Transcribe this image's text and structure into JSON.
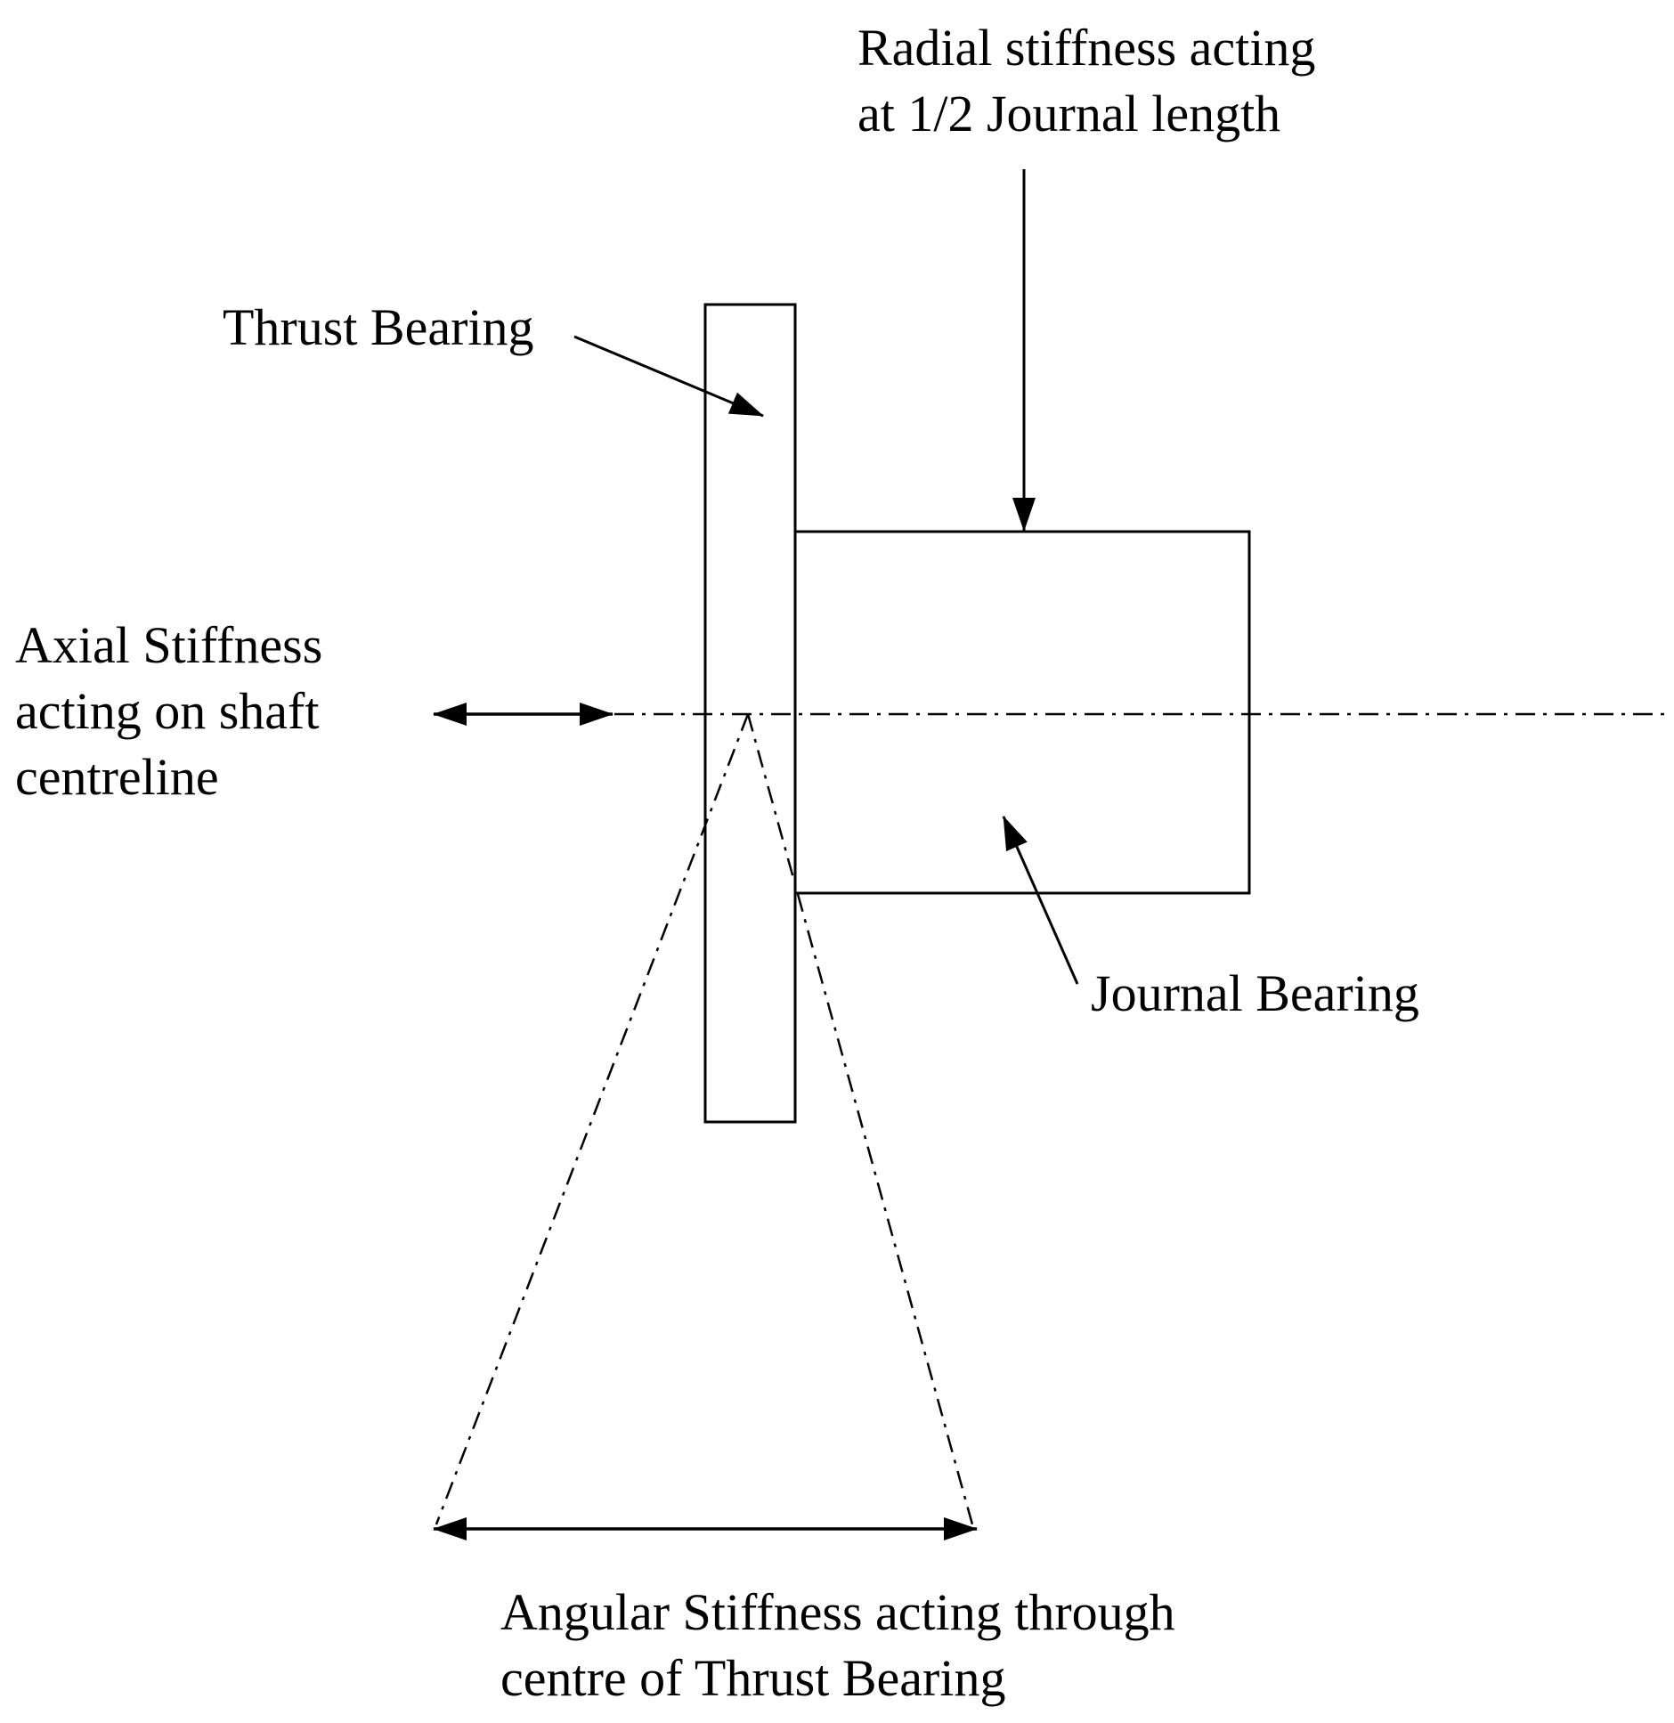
{
  "labels": {
    "radial_line1": "Radial stiffness acting",
    "radial_line2": "at 1/2 Journal length",
    "thrust_bearing": "Thrust Bearing",
    "axial_line1": "Axial Stiffness",
    "axial_line2": "acting on shaft",
    "axial_line3": "centreline",
    "journal_bearing": "Journal Bearing",
    "angular_line1": "Angular Stiffness acting through",
    "angular_line2": "centre of Thrust Bearing"
  },
  "colors": {
    "stroke": "#000000",
    "background": "#ffffff"
  }
}
